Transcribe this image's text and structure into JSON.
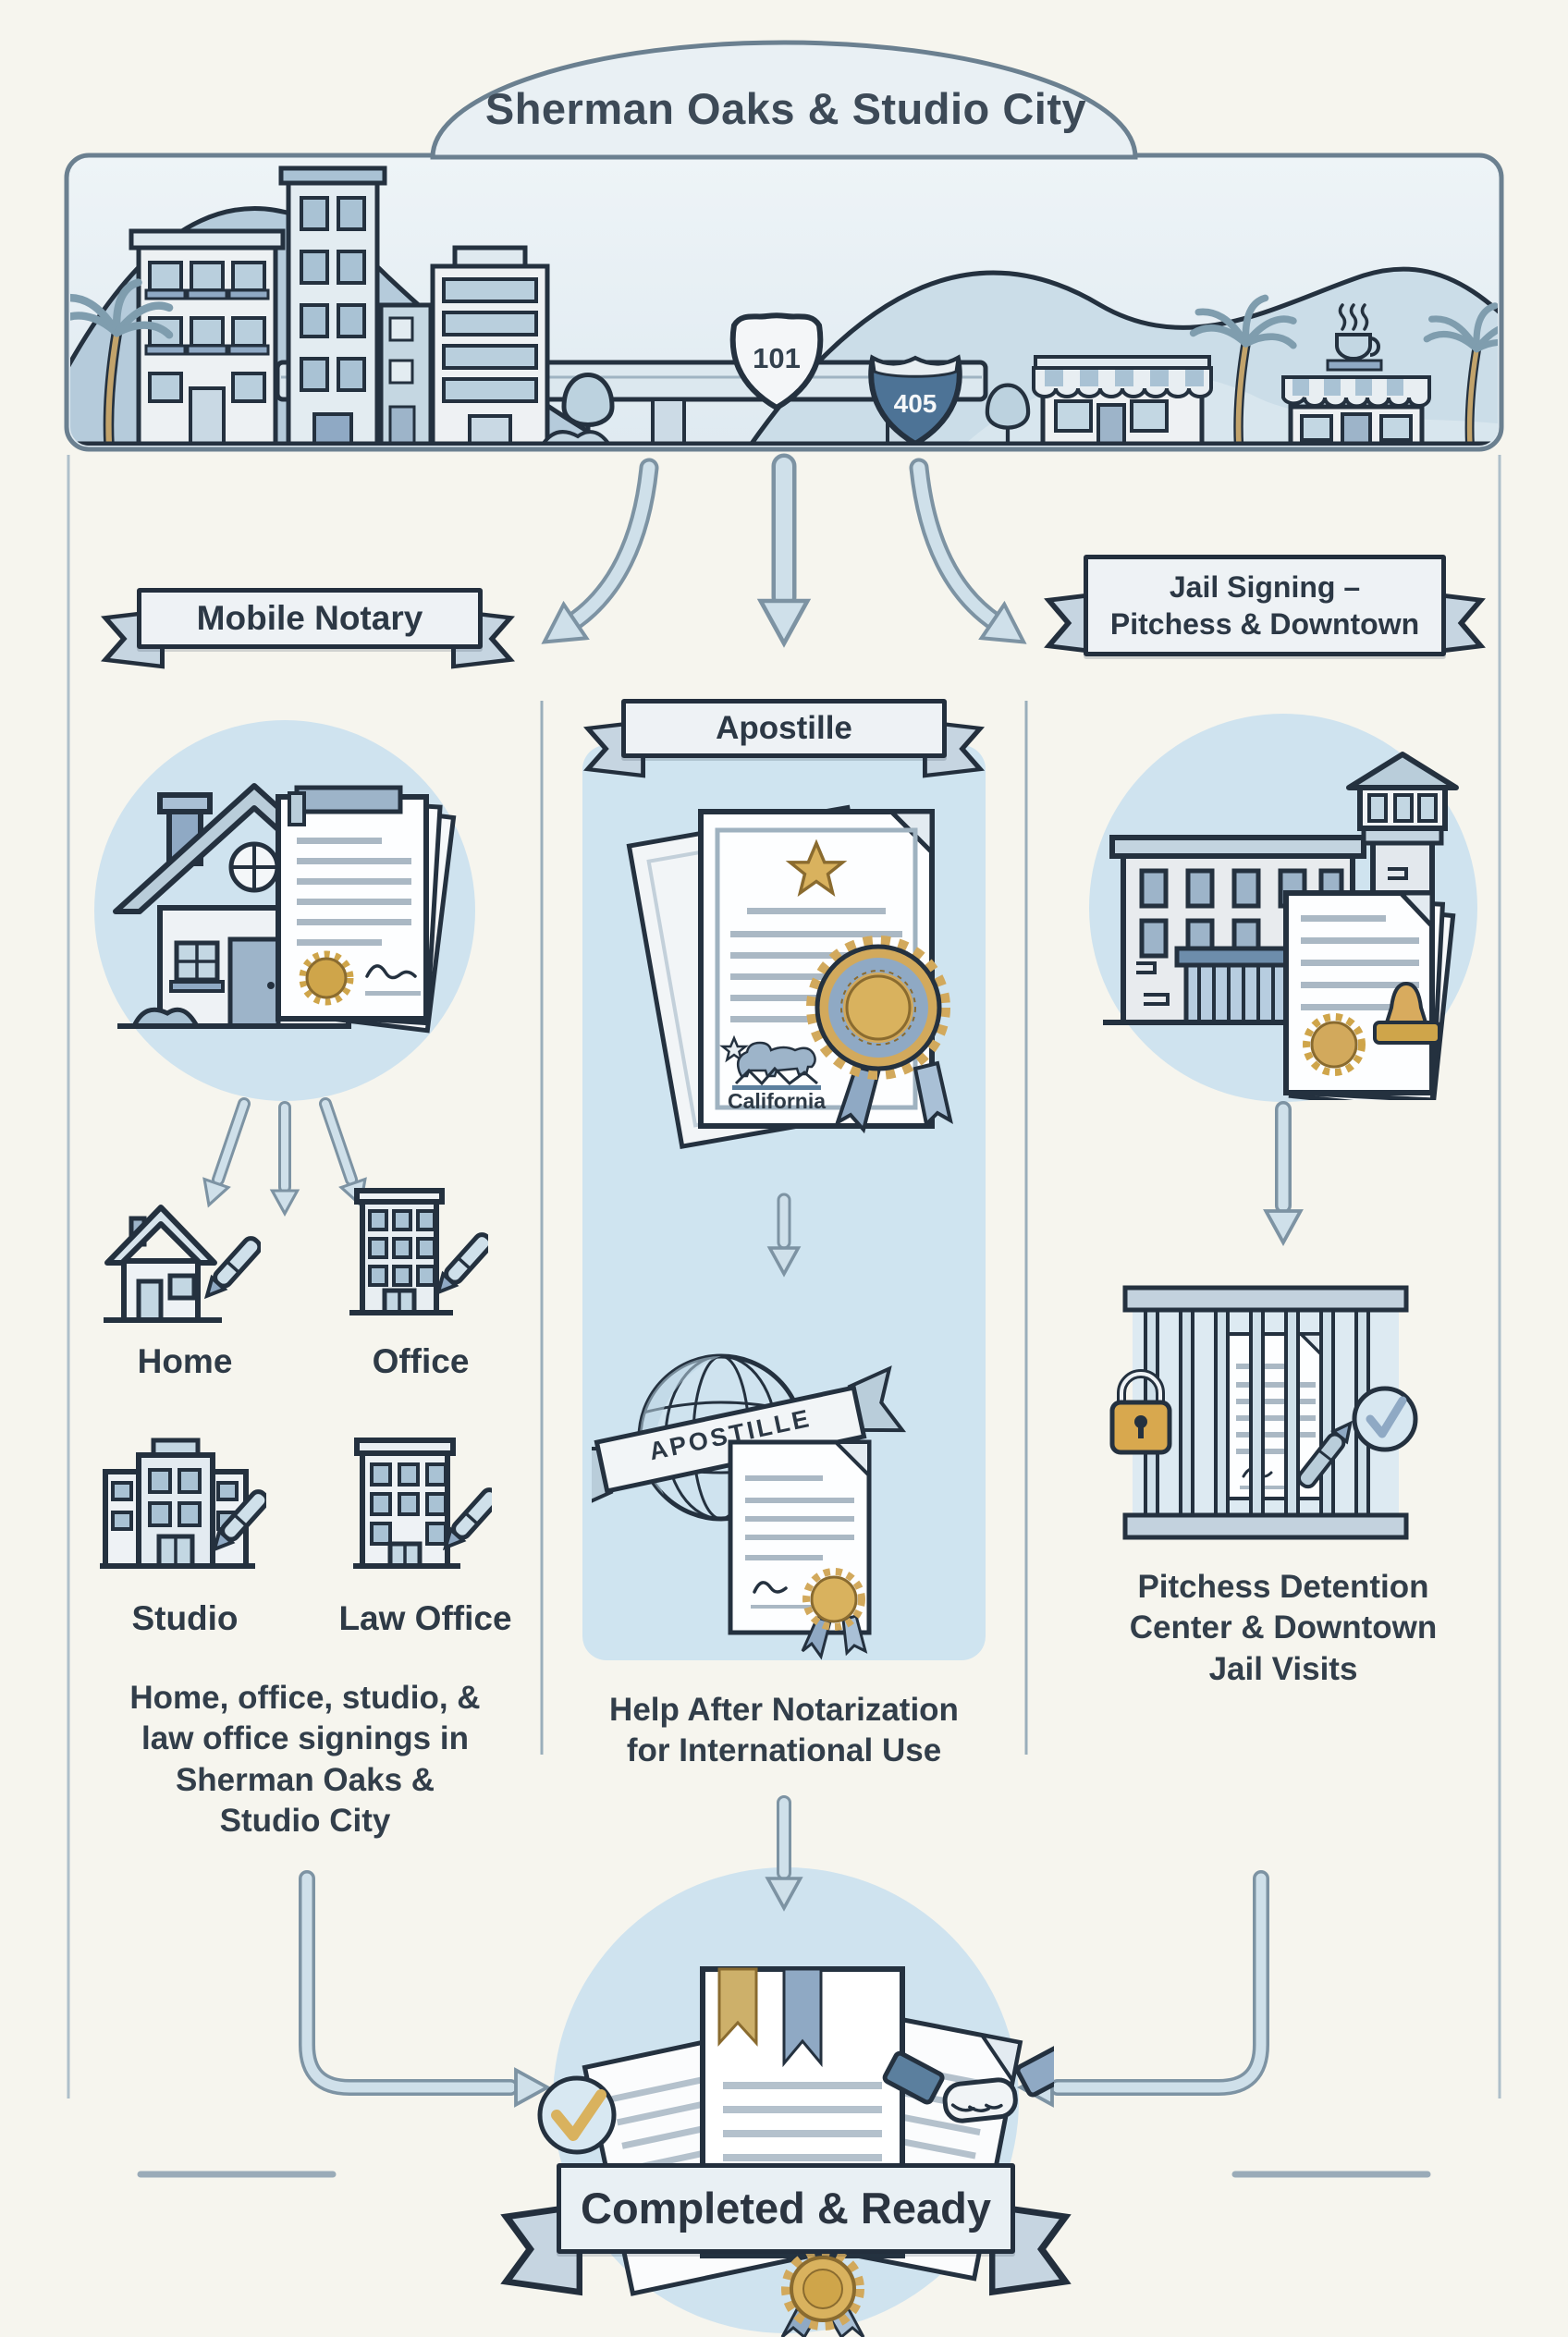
{
  "colors": {
    "background": "#f6f5ee",
    "outline": "#24313f",
    "light_blue_fill": "#cfe3ef",
    "arrow_fill": "#cfe0ea",
    "arrow_outline": "#7d93a3",
    "gold": "#d2a95c",
    "ribbon_blue": "#8fa9c4",
    "interstate_blue": "#4d7396",
    "text": "#2d3945"
  },
  "header": {
    "title": "Sherman Oaks & Studio City",
    "freeway_signs": [
      {
        "label": "101"
      },
      {
        "label": "405"
      }
    ]
  },
  "branches": {
    "mobile_notary": {
      "banner": "Mobile Notary",
      "locations": [
        {
          "label": "Home"
        },
        {
          "label": "Office"
        },
        {
          "label": "Studio"
        },
        {
          "label": "Law Office"
        }
      ],
      "caption_lines": [
        "Home, office, studio, &",
        "law office signings in",
        "Sherman Oaks &",
        "Studio City"
      ]
    },
    "apostille": {
      "banner": "Apostille",
      "certificate_label": "California",
      "globe_ribbon_label": "APOSTILLE",
      "caption_lines": [
        "Help After Notarization",
        "for International Use"
      ]
    },
    "jail_signing": {
      "banner_lines": [
        "Jail Signing –",
        "Pitchess & Downtown"
      ],
      "caption_lines": [
        "Pitchess Detention",
        "Center & Downtown",
        "Jail Visits"
      ]
    }
  },
  "footer": {
    "banner": "Completed & Ready"
  }
}
